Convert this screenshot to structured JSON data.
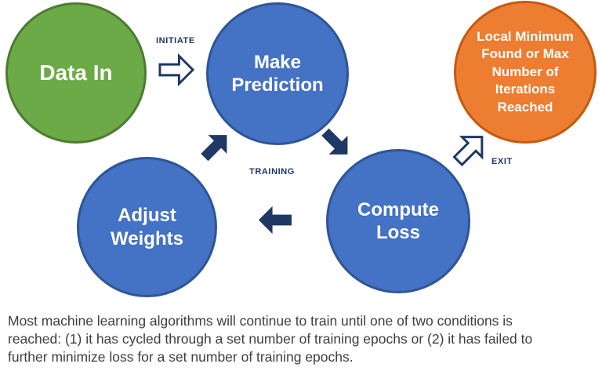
{
  "diagram": {
    "nodes": {
      "data_in": {
        "label": "Data In",
        "fill": "#6BAA46",
        "border": "#4E7B33",
        "text_color": "#FFFFFF"
      },
      "make_prediction": {
        "label": "Make Prediction",
        "fill": "#4472C4",
        "border": "#2F5597",
        "text_color": "#FFFFFF"
      },
      "outcome": {
        "label": "Local Minimum Found or Max Number of Iterations Reached",
        "fill": "#ED7D31",
        "border": "#C55A11",
        "text_color": "#FFFFFF"
      },
      "adjust_weights": {
        "label": "Adjust Weights",
        "fill": "#4472C4",
        "border": "#2F5597",
        "text_color": "#FFFFFF"
      },
      "compute_loss": {
        "label": "Compute Loss",
        "fill": "#4472C4",
        "border": "#2F5597",
        "text_color": "#FFFFFF"
      }
    },
    "flow_labels": {
      "initiate": "INITIATE",
      "training": "TRAINING",
      "exit": "EXIT"
    },
    "arrow_color": "#1F3864",
    "arrow_outline_fill": "#FFFFFF",
    "arrows": [
      {
        "name": "initiate-arrow",
        "from": "data_in",
        "to": "make_prediction",
        "style": "white-outlined",
        "direction": "right"
      },
      {
        "name": "prediction-to-loss-arrow",
        "from": "make_prediction",
        "to": "compute_loss",
        "style": "solid-navy",
        "direction": "down-right"
      },
      {
        "name": "loss-to-adjust-arrow",
        "from": "compute_loss",
        "to": "adjust_weights",
        "style": "solid-navy",
        "direction": "left"
      },
      {
        "name": "adjust-to-prediction-arrow",
        "from": "adjust_weights",
        "to": "make_prediction",
        "style": "solid-navy",
        "direction": "up-right"
      },
      {
        "name": "exit-arrow",
        "from": "compute_loss",
        "to": "outcome",
        "style": "white-outlined",
        "direction": "up-right"
      }
    ]
  },
  "caption": {
    "color": "#3F3F3F",
    "lines": [
      "Most machine learning algorithms will continue to train until one of two conditions is",
      "reached: (1) it has cycled through a set number of training epochs or (2) it has failed to",
      "further minimize loss for a set number of training epochs."
    ]
  }
}
